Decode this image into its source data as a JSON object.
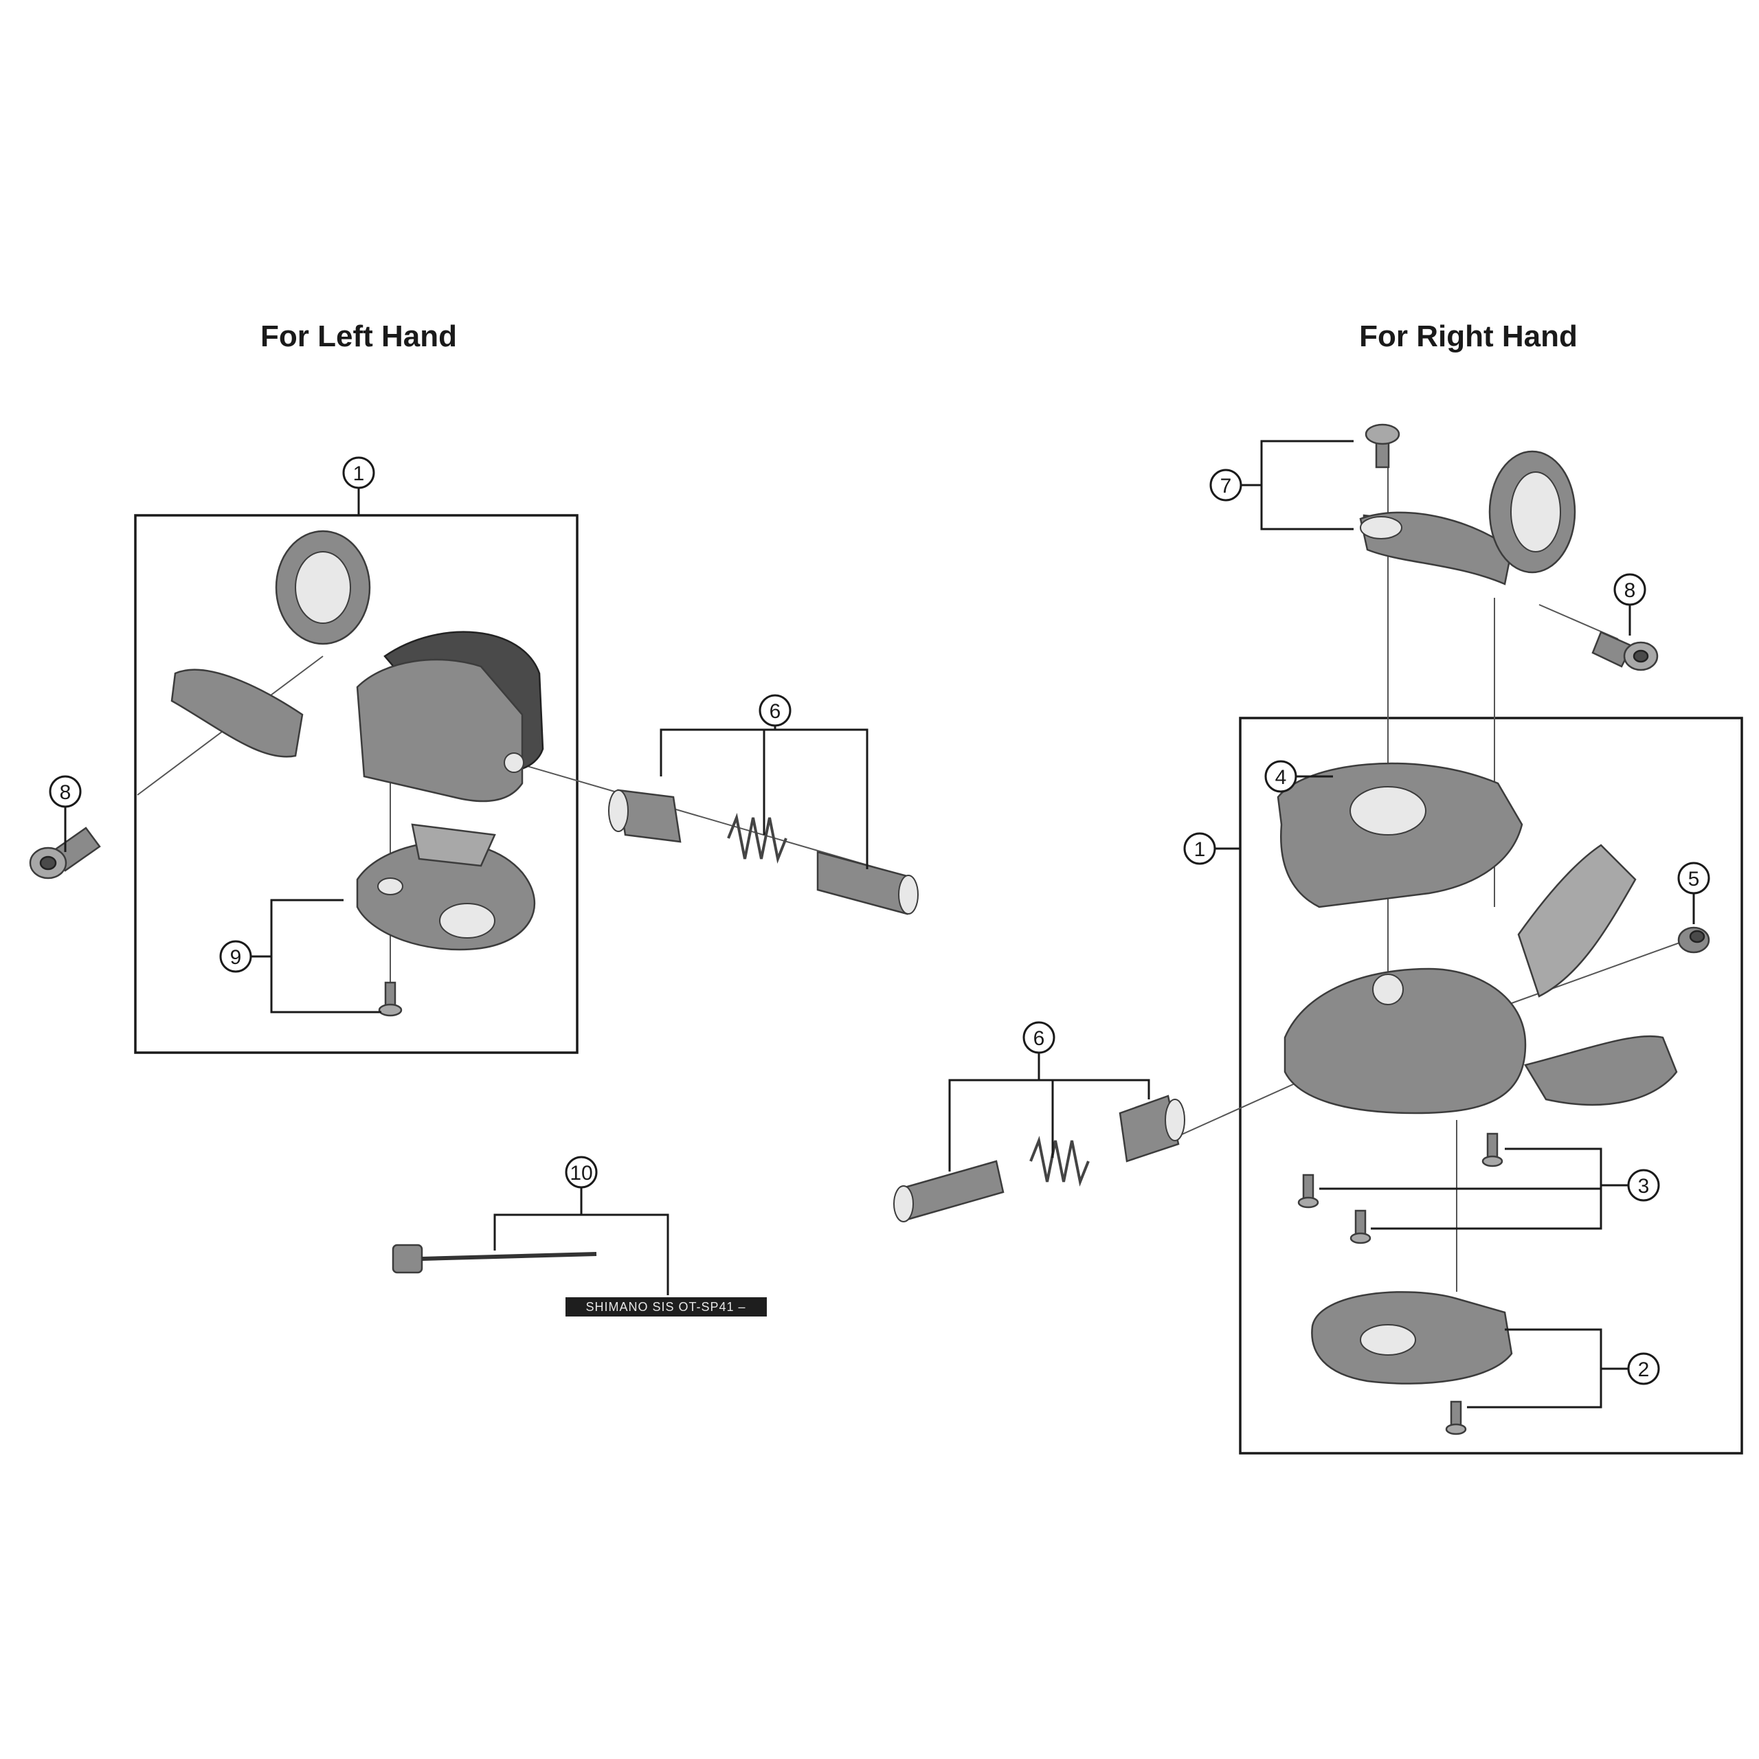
{
  "headings": {
    "left": "For Left Hand",
    "right": "For Right Hand"
  },
  "callouts": {
    "left_unit": "1",
    "left_bolt": "8",
    "left_adjuster": "6",
    "left_cover_set": "9",
    "inner_cable": "10",
    "right_clamp": "7",
    "right_bolt": "8",
    "right_top_cover": "4",
    "right_unit": "1",
    "right_cap": "5",
    "right_adjuster": "6",
    "right_screws": "3",
    "right_bottom_cover": "2"
  },
  "cable_label": "SHIMANO SIS OT-SP41 –"
}
